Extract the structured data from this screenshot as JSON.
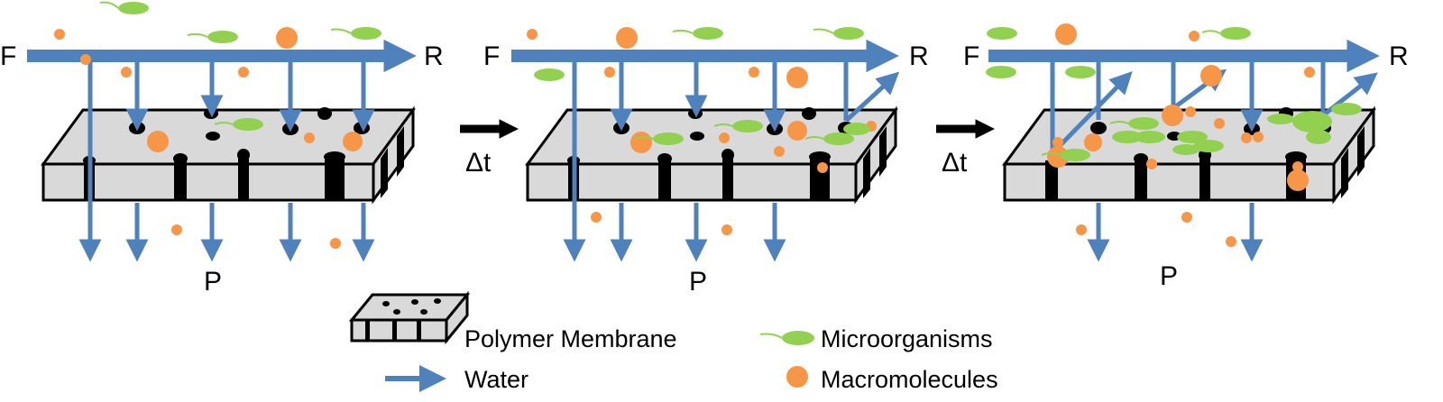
{
  "panels": [
    {
      "feed_label": "F",
      "retentate_label": "R",
      "permeate_label": "P"
    },
    {
      "feed_label": "F",
      "retentate_label": "R",
      "permeate_label": "P"
    },
    {
      "feed_label": "F",
      "retentate_label": "R",
      "permeate_label": "P"
    }
  ],
  "time_steps": [
    "Δt",
    "Δt"
  ],
  "legend": {
    "membrane": "Polymer Membrane",
    "water": "Water",
    "microorganisms": "Microorganisms",
    "macromolecules": "Macromolecules"
  },
  "colors": {
    "water": "#4f81bd",
    "macromolecule": "#f79646",
    "microorganism": "#92d050",
    "membrane_fill": "#d9d9d9",
    "outline": "#000000"
  },
  "icons": [
    "membrane-icon",
    "water-arrow-icon",
    "microorganism-icon",
    "macromolecule-icon",
    "time-step-arrow-icon"
  ]
}
